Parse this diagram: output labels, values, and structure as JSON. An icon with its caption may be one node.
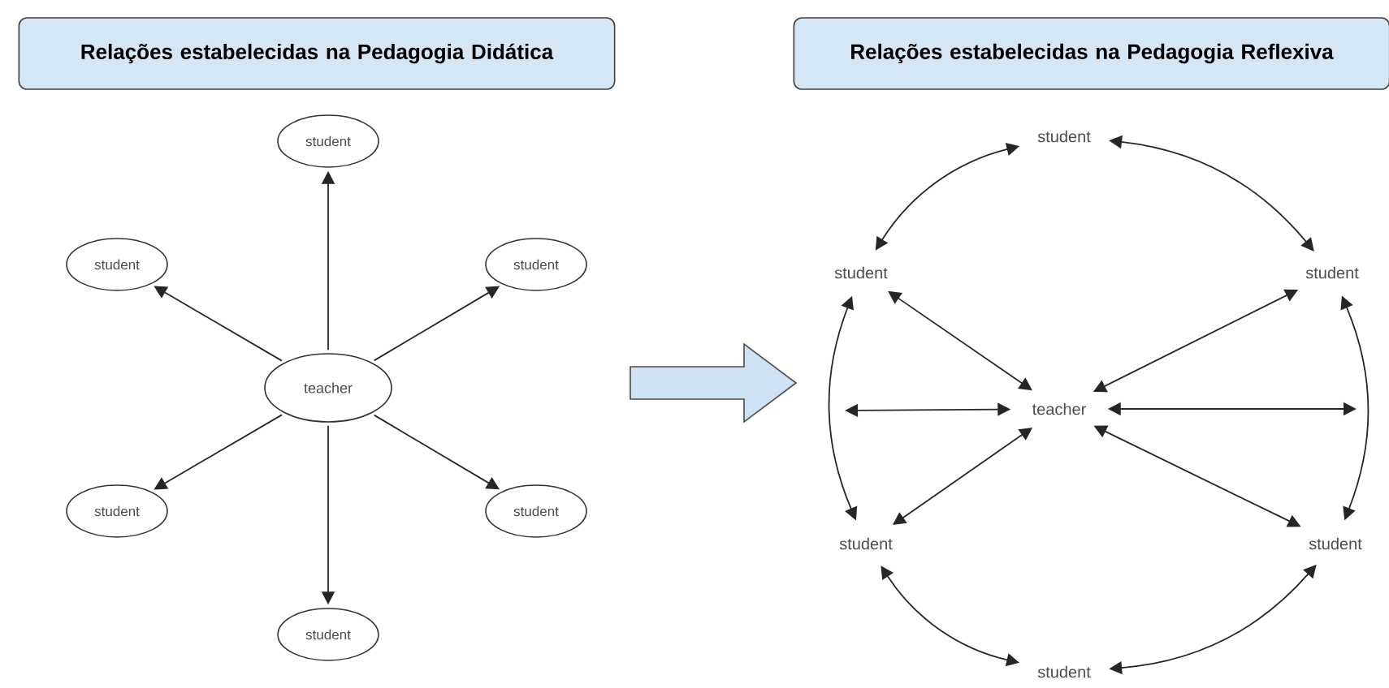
{
  "diagram": {
    "nodes": [
      {
        "text": [
          "Relações estabelecidas na Pedagogia Didática"
        ]
      },
      {
        "text": [
          "Relações estabelecidas na Pedagogia Reflexiva"
        ]
      },
      {
        "text": [
          "teacher"
        ]
      },
      {
        "text": [
          "student"
        ]
      },
      {
        "text": [
          "student"
        ]
      },
      {
        "text": [
          "student"
        ]
      },
      {
        "text": [
          "student"
        ]
      },
      {
        "text": [
          "student"
        ]
      },
      {
        "text": [
          "student"
        ]
      },
      {
        "text": [
          "teacher"
        ]
      },
      {
        "text": [
          "student"
        ]
      },
      {
        "text": [
          "student"
        ]
      },
      {
        "text": [
          "student"
        ]
      },
      {
        "text": [
          "student"
        ]
      },
      {
        "text": [
          "student"
        ]
      },
      {
        "text": [
          "student"
        ]
      }
    ],
    "edges": [
      {
        "from": 2,
        "to": 3,
        "arrow": "to"
      },
      {
        "from": 2,
        "to": 4,
        "arrow": "to"
      },
      {
        "from": 2,
        "to": 5,
        "arrow": "to"
      },
      {
        "from": 2,
        "to": 6,
        "arrow": "to"
      },
      {
        "from": 2,
        "to": 7,
        "arrow": "to"
      },
      {
        "from": 2,
        "to": 8,
        "arrow": "to"
      },
      {
        "from": 9,
        "to": 11,
        "arrow": "both"
      },
      {
        "from": 9,
        "to": 12,
        "arrow": "both"
      },
      {
        "from": 9,
        "to": null,
        "arrow": "both"
      },
      {
        "from": 9,
        "to": null,
        "arrow": "both"
      },
      {
        "from": 9,
        "to": 13,
        "arrow": "both"
      },
      {
        "from": 9,
        "to": 14,
        "arrow": "both"
      },
      {
        "from": 10,
        "to": 11,
        "arrow": "both"
      },
      {
        "from": 10,
        "to": 12,
        "arrow": "both"
      },
      {
        "from": 11,
        "to": 13,
        "arrow": "both"
      },
      {
        "from": 12,
        "to": 14,
        "arrow": "both"
      },
      {
        "from": 13,
        "to": 15,
        "arrow": "both"
      },
      {
        "from": 14,
        "to": 15,
        "arrow": "both"
      }
    ]
  }
}
